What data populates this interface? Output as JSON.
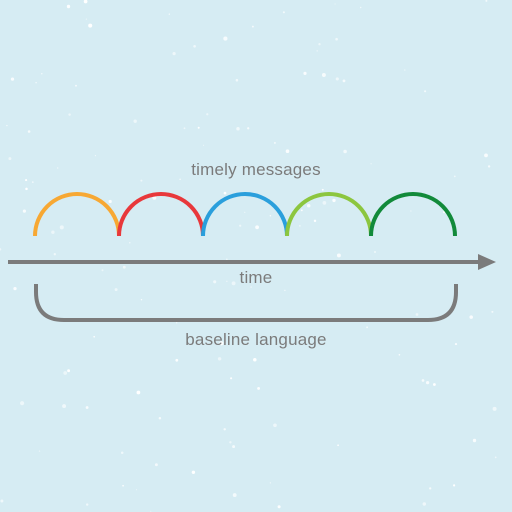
{
  "labels": {
    "top": "timely messages",
    "axis": "time",
    "bottom": "baseline language"
  },
  "colors": {
    "background": "#d6ecf3",
    "text": "#7b7b7b",
    "axis": "#7b7b7b",
    "bracket": "#7b7b7b",
    "speckle": "#ffffff",
    "arcs": [
      "#f7a833",
      "#e8383b",
      "#2a9fdc",
      "#8cc63f",
      "#128a3a"
    ]
  },
  "arc_count": 5
}
